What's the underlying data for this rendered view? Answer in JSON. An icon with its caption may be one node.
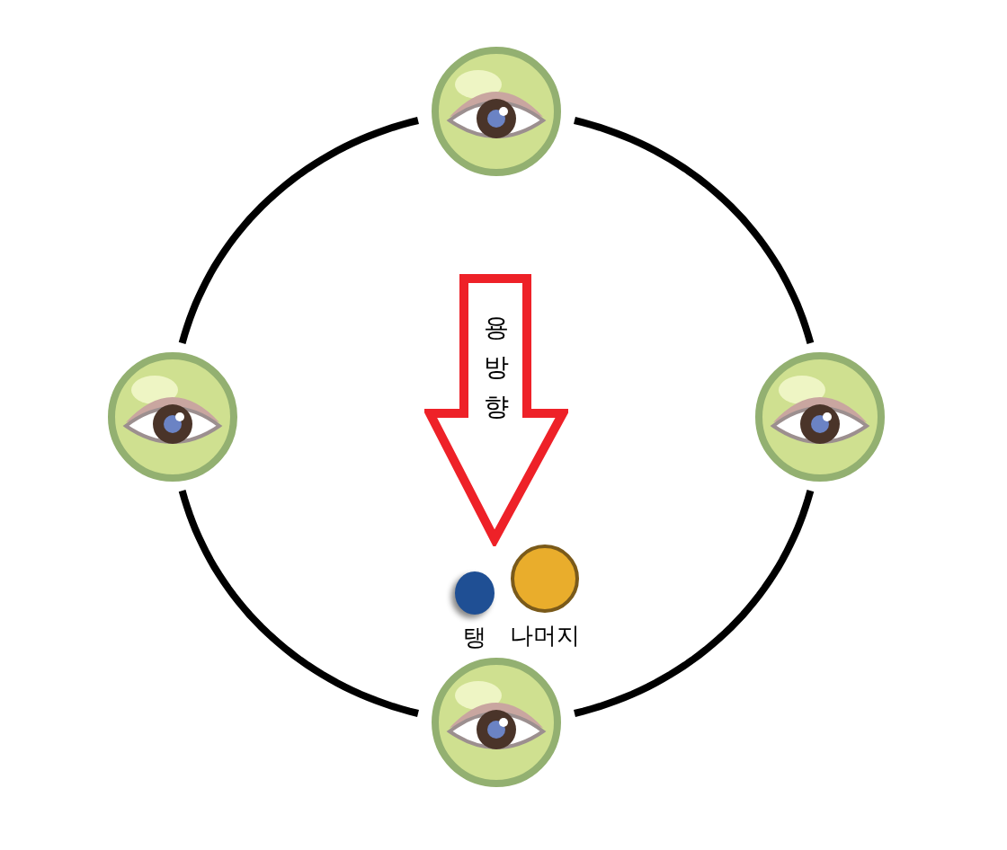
{
  "diagram": {
    "nodes": [
      {
        "text": [],
        "shape": "eye"
      },
      {
        "text": [],
        "shape": "eye"
      },
      {
        "text": [],
        "shape": "eye"
      },
      {
        "text": [
          "용방향"
        ]
      },
      {
        "text": [],
        "shape": "circle",
        "beside": [
          "탱"
        ]
      },
      {
        "text": [],
        "shape": "circle",
        "beside": [
          "나머지"
        ]
      },
      {
        "text": [],
        "shape": "eye"
      }
    ],
    "edges": [
      {
        "from": 0,
        "to": 2,
        "arrow": "none"
      },
      {
        "from": 2,
        "to": 6,
        "arrow": "none"
      },
      {
        "from": 6,
        "to": 1,
        "arrow": "none"
      },
      {
        "from": 1,
        "to": 0,
        "arrow": "none"
      }
    ]
  }
}
